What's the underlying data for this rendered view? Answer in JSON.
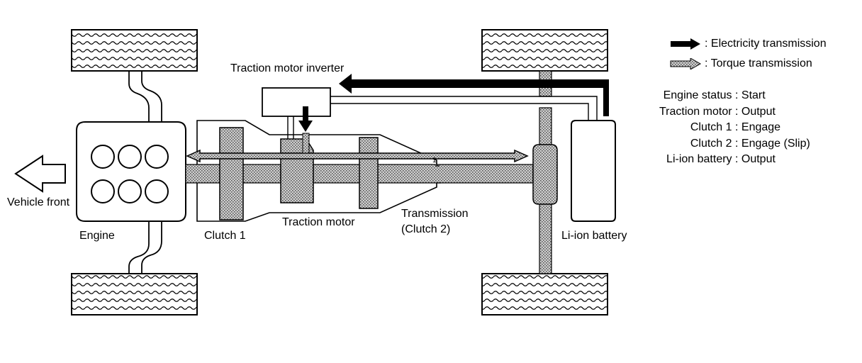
{
  "legend": {
    "electricity": ": Electricity transmission",
    "torque": ": Torque transmission"
  },
  "labels": {
    "traction_motor_inverter": "Traction motor inverter",
    "vehicle_front": "Vehicle front",
    "engine": "Engine",
    "clutch1": "Clutch 1",
    "traction_motor": "Traction motor",
    "transmission_line1": "Transmission",
    "transmission_line2": "(Clutch 2)",
    "li_ion_battery": "Li-ion battery",
    "shaft_marker": "1"
  },
  "status": [
    {
      "key": "Engine status",
      "sep": " : ",
      "value": "Start"
    },
    {
      "key": "Traction motor",
      "sep": " : ",
      "value": "Output"
    },
    {
      "key": "Clutch 1",
      "sep": " : ",
      "value": "Engage"
    },
    {
      "key": "Clutch 2",
      "sep": " : ",
      "value": "Engage (Slip)"
    },
    {
      "key": "Li-ion battery",
      "sep": " : ",
      "value": "Output"
    }
  ],
  "colors": {
    "ink": "#000000",
    "stipple": "#9a9a9a",
    "stipple_bg": "#cfcfcf"
  },
  "icons": {
    "electricity_arrow": "solid-black-arrow",
    "torque_arrow": "hatched-arrow",
    "vehicle_front_arrow": "outline-arrow-left",
    "tire": "wavy-tread-tire"
  }
}
